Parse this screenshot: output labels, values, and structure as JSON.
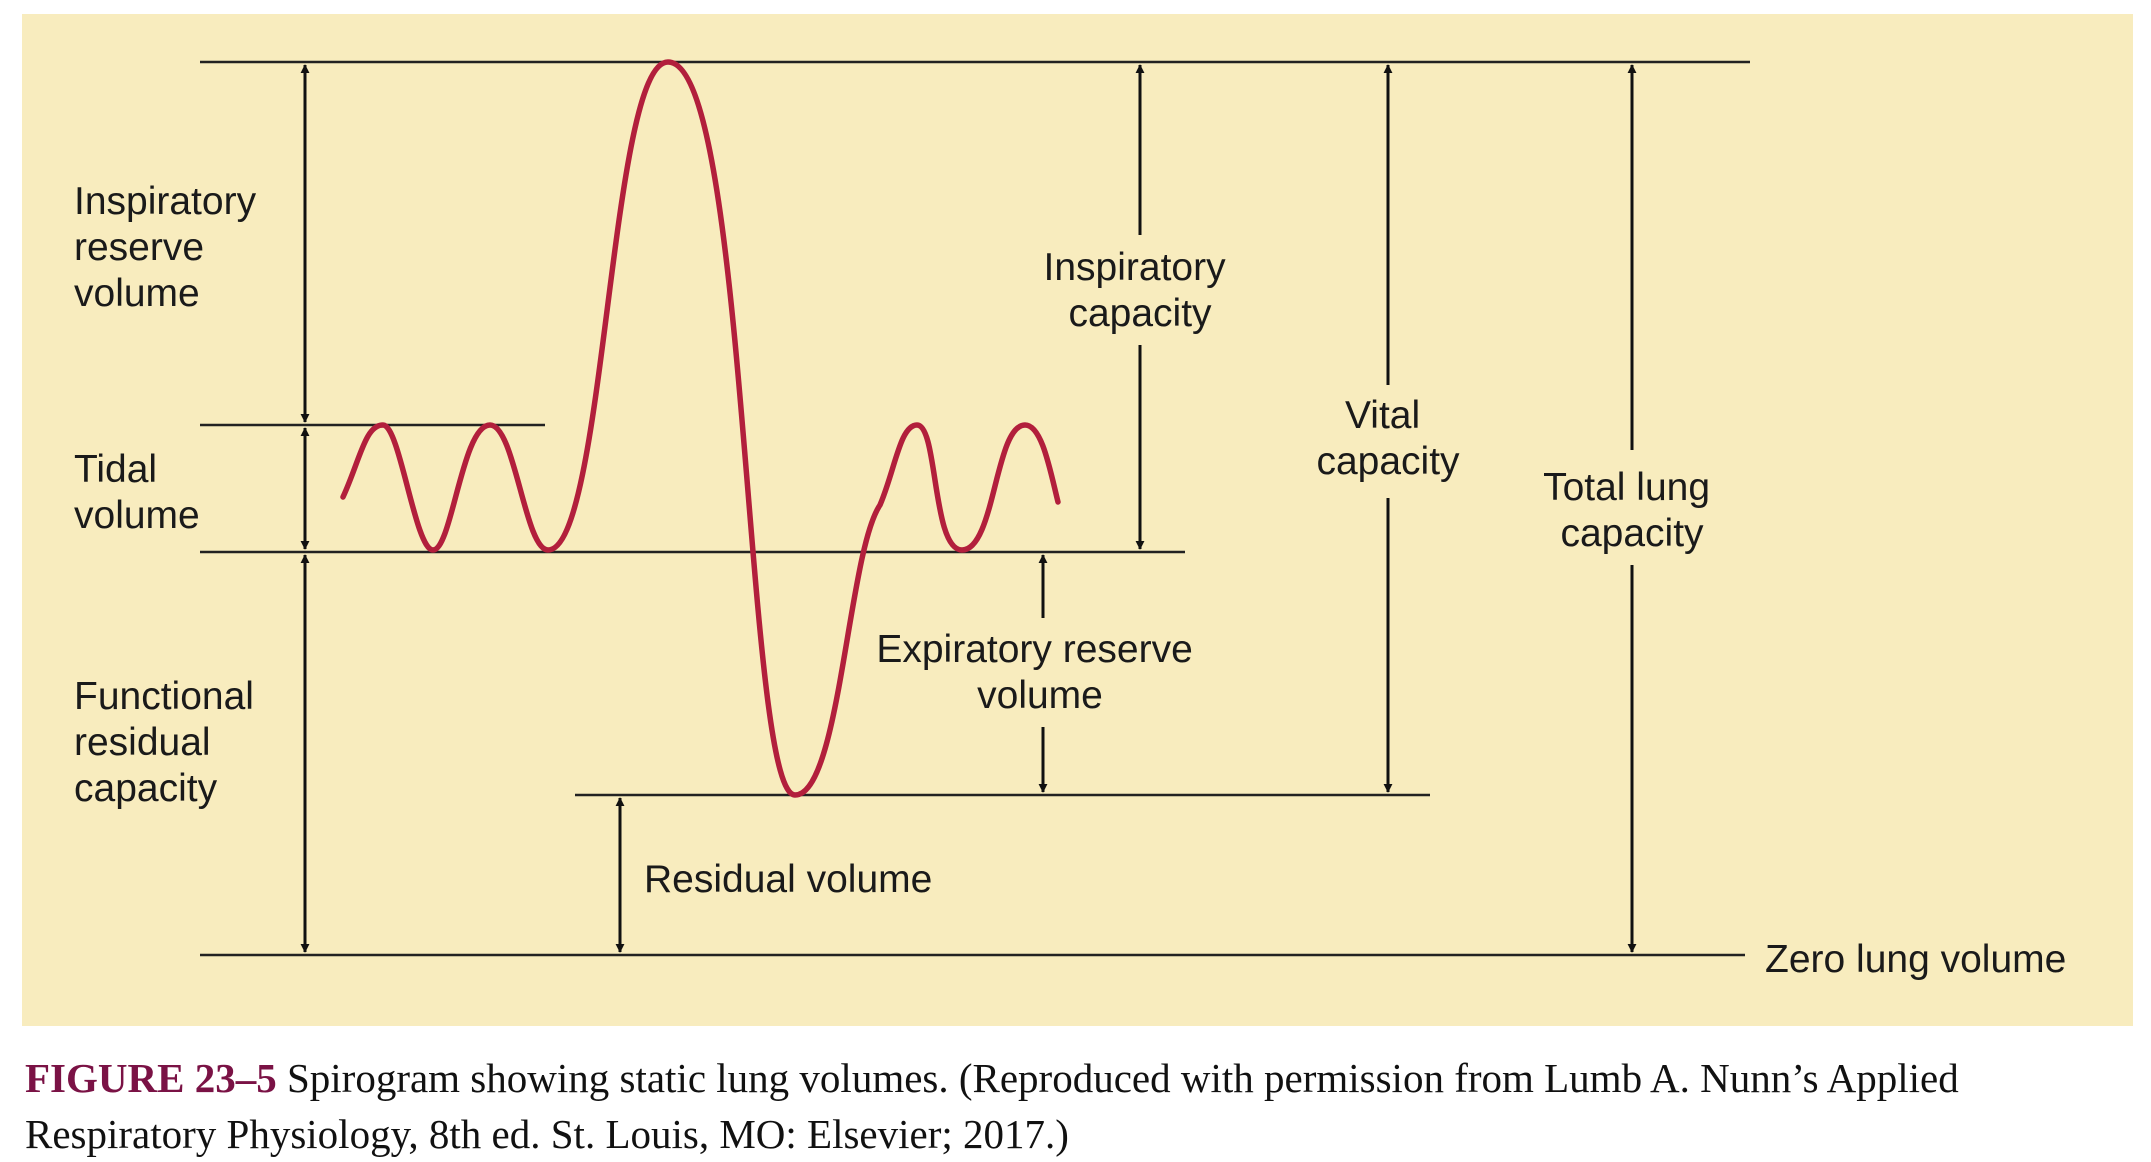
{
  "labels": {
    "irv": [
      "Inspiratory",
      "reserve",
      "volume"
    ],
    "tidal": [
      "Tidal",
      "volume"
    ],
    "frc": [
      "Functional",
      "residual",
      "capacity"
    ],
    "ic": [
      "Inspiratory",
      "capacity"
    ],
    "vc": [
      "Vital",
      "capacity"
    ],
    "tlc": [
      "Total lung",
      "capacity"
    ],
    "erv": [
      "Expiratory reserve",
      "volume"
    ],
    "rv": "Residual volume",
    "zero": "Zero lung volume"
  },
  "caption": {
    "label": "FIGURE 23–5",
    "line1": " Spirogram showing static lung volumes. (Reproduced with permission from Lumb A. Nunn’s Applied",
    "line2": "Respiratory Physiology, 8th ed. St. Louis, MO: Elsevier; 2017.)"
  },
  "colors": {
    "panel": "#f8ecbe",
    "trace": "#b21f3c",
    "caption_label": "#7a1245"
  }
}
